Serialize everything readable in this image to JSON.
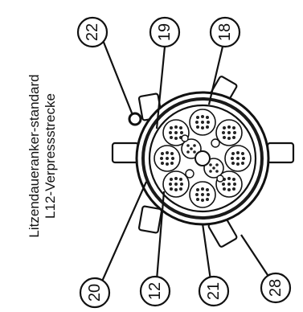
{
  "title": {
    "line1": "Litzendaueranker-standard",
    "line2": "L12-Verpressstrecke"
  },
  "callouts": {
    "c22": "22",
    "c19": "19",
    "c18": "18",
    "c20": "20",
    "c12": "12",
    "c21": "21",
    "c28": "28"
  }
}
